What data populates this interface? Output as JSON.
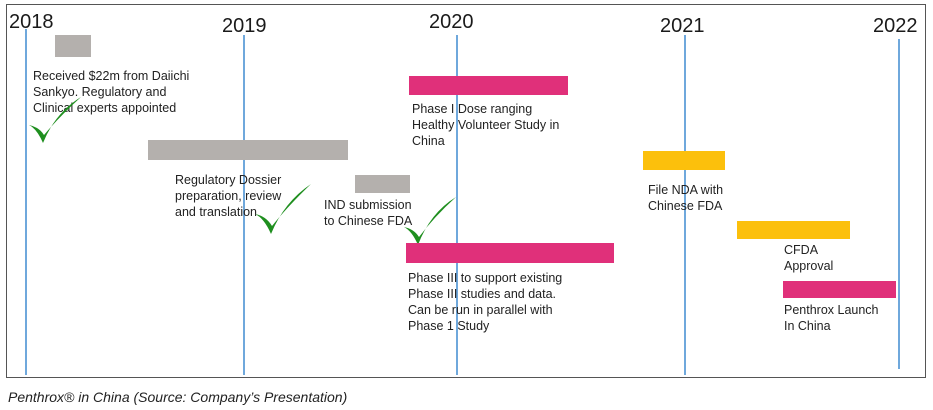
{
  "years": [
    "2018",
    "2019",
    "2020",
    "2021",
    "2022"
  ],
  "colors": {
    "gray": "#b4b0ad",
    "pink": "#e0307a",
    "yellow": "#fcc00c",
    "line": "#6fa8dc",
    "check": "#1f8f1f"
  },
  "milestones": [
    {
      "id": "daiichi",
      "color": "gray",
      "lines": [
        "Received $22m from Daiichi",
        "Sankyo. Regulatory and",
        "Clinical experts appointed"
      ],
      "checked": true
    },
    {
      "id": "dossier",
      "color": "gray",
      "lines": [
        "Regulatory Dossier",
        "preparation, review",
        "and translation"
      ],
      "checked": true
    },
    {
      "id": "ind",
      "color": "gray",
      "lines": [
        "IND submission",
        "to Chinese FDA"
      ],
      "checked": true
    },
    {
      "id": "phase1",
      "color": "pink",
      "lines": [
        "Phase I Dose ranging",
        "Healthy Volunteer Study in",
        "China"
      ],
      "checked": false
    },
    {
      "id": "phase3",
      "color": "pink",
      "lines": [
        "Phase III to support existing",
        "Phase III studies and data.",
        "Can be run in parallel with",
        "Phase 1 Study"
      ],
      "checked": false
    },
    {
      "id": "nda",
      "color": "yellow",
      "lines": [
        "File NDA with",
        "Chinese FDA"
      ],
      "checked": false
    },
    {
      "id": "cfda",
      "color": "yellow",
      "lines": [
        "CFDA",
        "Approval"
      ],
      "checked": false
    },
    {
      "id": "launch",
      "color": "pink",
      "lines": [
        "Penthrox Launch",
        "In China"
      ],
      "checked": false
    }
  ],
  "caption": "Penthrox® in China (Source: Company’s Presentation)"
}
